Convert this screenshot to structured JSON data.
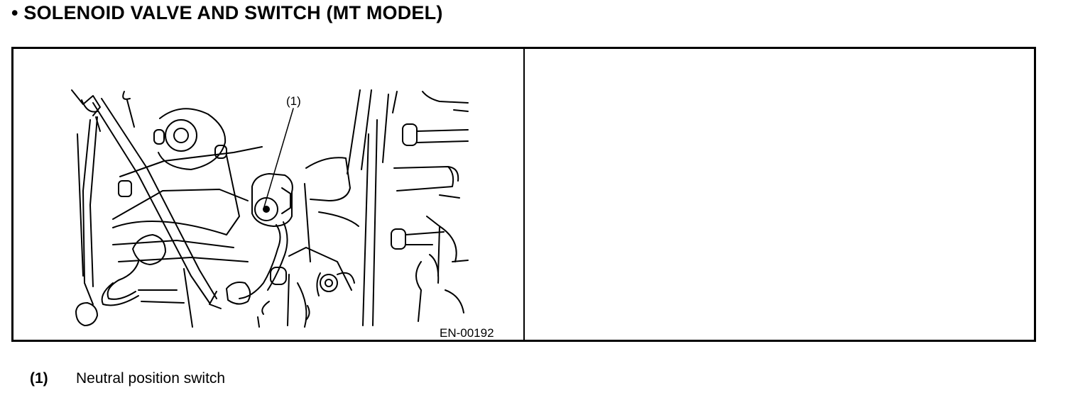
{
  "heading": "• SOLENOID VALVE AND SWITCH (MT MODEL)",
  "figure": {
    "callout": "(1)",
    "figure_id": "EN-00192"
  },
  "legend": [
    {
      "number": "(1)",
      "label": "Neutral position switch"
    }
  ]
}
